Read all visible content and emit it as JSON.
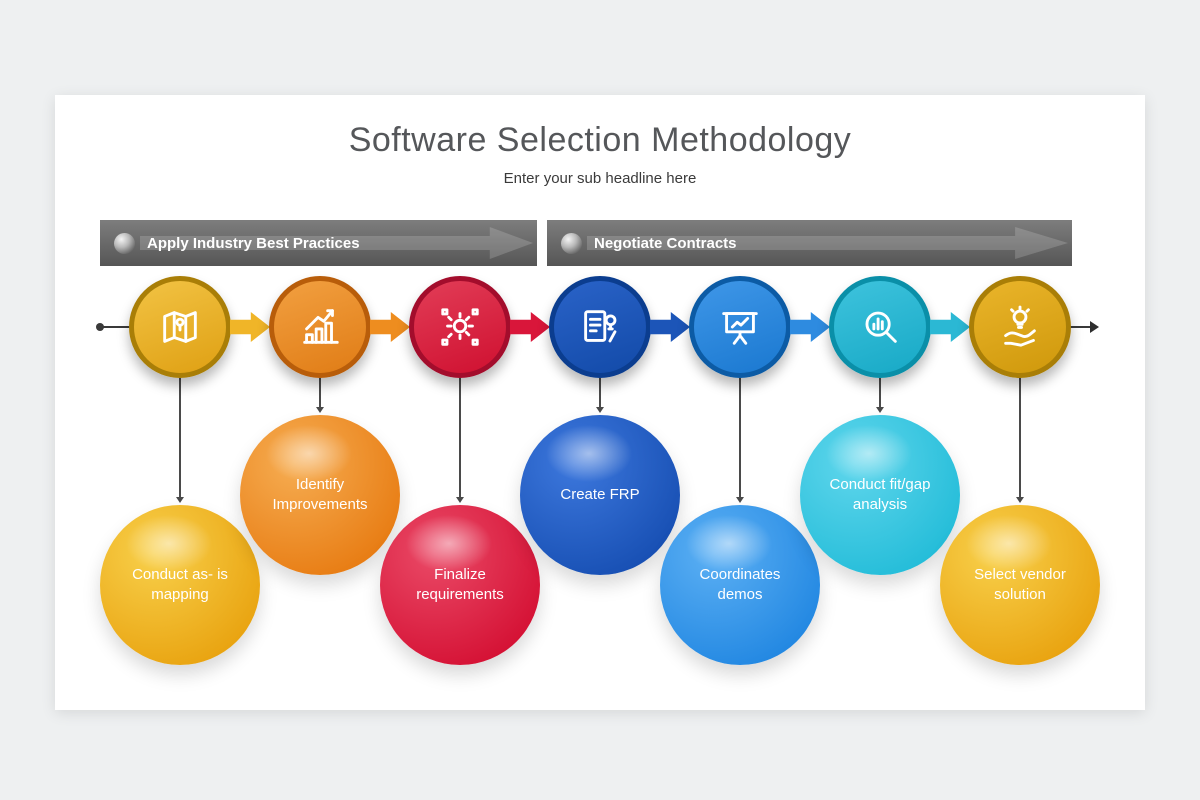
{
  "title": "Software Selection Methodology",
  "subtitle": "Enter your sub headline here",
  "banners": [
    {
      "label": "Apply Industry Best Practices"
    },
    {
      "label": "Negotiate Contracts"
    }
  ],
  "steps": [
    {
      "label": "Conduct as- is mapping",
      "icon": "map-icon",
      "position": "low",
      "ring": "#a97e07",
      "fill_top": "#f2c344",
      "fill_bottom": "#dfa013",
      "arrow": "#f0b528",
      "bubble_top": "#f8d04b",
      "bubble_bottom": "#e9a411"
    },
    {
      "label": "Identify Improvements",
      "icon": "growth-chart-icon",
      "position": "high",
      "ring": "#b85d0a",
      "fill_top": "#f2a041",
      "fill_bottom": "#e07c15",
      "arrow": "#ee8d1f",
      "bubble_top": "#f6ad52",
      "bubble_bottom": "#e87d14"
    },
    {
      "label": "Finalize requirements",
      "icon": "gears-icon",
      "position": "low",
      "ring": "#a30d2c",
      "fill_top": "#e23d57",
      "fill_bottom": "#cf1030",
      "arrow": "#d9163a",
      "bubble_top": "#ea4a67",
      "bubble_bottom": "#d51235"
    },
    {
      "label": "Create FRP",
      "icon": "document-idea-icon",
      "position": "high",
      "ring": "#0b3d8f",
      "fill_top": "#2a63c8",
      "fill_bottom": "#124aa8",
      "arrow": "#1c55b8",
      "bubble_top": "#3d78dd",
      "bubble_bottom": "#1850b4"
    },
    {
      "label": "Coordinates demos",
      "icon": "presentation-chart-icon",
      "position": "low",
      "ring": "#0c5ba5",
      "fill_top": "#3f97e8",
      "fill_bottom": "#1a78d0",
      "arrow": "#2e8be0",
      "bubble_top": "#5cb0f4",
      "bubble_bottom": "#2388e2"
    },
    {
      "label": "Conduct fit/gap analysis",
      "icon": "search-analysis-icon",
      "position": "high",
      "ring": "#0a8fa8",
      "fill_top": "#3ec3dd",
      "fill_bottom": "#17a9c6",
      "arrow": "#2bb8d4",
      "bubble_top": "#5fd6ec",
      "bubble_bottom": "#25bdd9"
    },
    {
      "label": "Select vendor solution",
      "icon": "idea-hand-icon",
      "position": "low",
      "ring": "#a97e07",
      "fill_top": "#eab52b",
      "fill_bottom": "#cf980b",
      "bubble_top": "#f8d04b",
      "bubble_bottom": "#e9a411"
    }
  ]
}
